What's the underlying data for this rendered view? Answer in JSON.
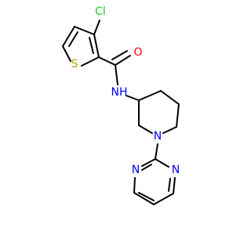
{
  "molecule": {
    "colors": {
      "bond": "#000000",
      "chlorine": "#1fd01f",
      "sulfur": "#b8a100",
      "oxygen": "#ff0000",
      "nitrogen": "#0000ff"
    },
    "atoms": [
      {
        "id": "cl",
        "label": "Cl",
        "element": "chlorine"
      },
      {
        "id": "s",
        "label": "S",
        "element": "sulfur"
      },
      {
        "id": "o",
        "label": "O",
        "element": "oxygen"
      },
      {
        "id": "nh",
        "label": "NH",
        "element": "nitrogen"
      },
      {
        "id": "n_pip",
        "label": "N",
        "element": "nitrogen"
      },
      {
        "id": "n_pyr_left",
        "label": "N",
        "element": "nitrogen"
      },
      {
        "id": "n_pyr_right",
        "label": "N",
        "element": "nitrogen"
      }
    ]
  }
}
